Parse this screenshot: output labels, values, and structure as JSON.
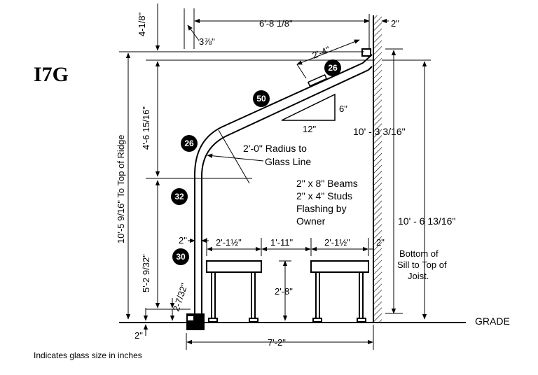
{
  "title": "I7G",
  "dims": {
    "top_height": "4-1/8\"",
    "top_small": "3⅞\"",
    "top_width": "6'-8 1/8\"",
    "wall_2in_top": "2\"",
    "slope_run": "2'-4\"",
    "glass_upper_height": "4'-6 15/16\"",
    "ridge_height": "10'-5 9/16\" To Top of Ridge",
    "pitch_rise": "6\"",
    "pitch_run": "12\"",
    "wall_height_1": "10' - 3 3/16\"",
    "wall_height_2": "10' - 6 13/16\"",
    "lower_height": "5'-2 9/32\"",
    "base_offset": "2-7/32\"",
    "left_2in": "2\"",
    "bench_1": "2'-1½\"",
    "bench_gap": "1'-11\"",
    "bench_2": "2'-1½\"",
    "right_2in": "2\"",
    "bench_height": "2'-8\"",
    "bottom_2in": "2\"",
    "overall_width": "7'-2\""
  },
  "badges": [
    "26",
    "50",
    "26",
    "32",
    "30"
  ],
  "notes": {
    "radius_1": "2'-0\" Radius to",
    "radius_2": "Glass Line",
    "spec_1": "2\" x 8\" Beams",
    "spec_2": "2\" x 4\" Studs",
    "spec_3": "Flashing by",
    "spec_4": "Owner",
    "sill_1": "Bottom of",
    "sill_2": "Sill to Top of",
    "sill_3": "Joist.",
    "grade": "GRADE"
  },
  "caption": "Indicates glass size in inches"
}
